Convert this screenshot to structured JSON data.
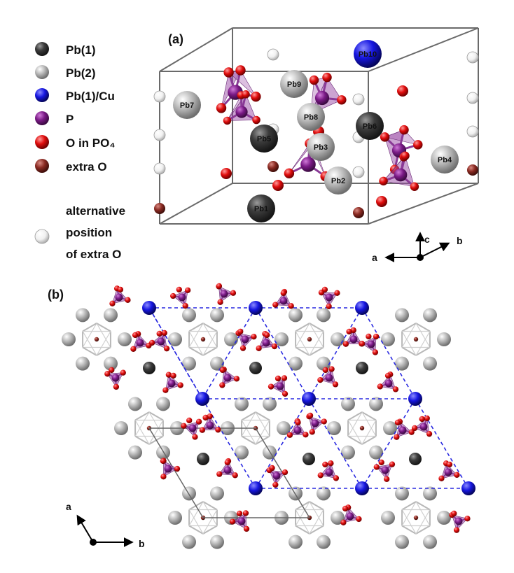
{
  "panels": {
    "a": "(a)",
    "b": "(b)"
  },
  "legend": [
    {
      "label": "Pb(1)",
      "color": "#3c3c3c"
    },
    {
      "label": "Pb(2)",
      "color": "#a8a8a8"
    },
    {
      "label": "Pb(1)/Cu",
      "color": "#1616e0"
    },
    {
      "label": "P",
      "color": "#7a1a86"
    },
    {
      "label": "O in PO₄",
      "color": "#e00c0c"
    },
    {
      "label": "extra O",
      "color": "#8a2a22"
    }
  ],
  "legend_alt": {
    "line1": "alternative",
    "line2": "position",
    "line3": "of extra O",
    "color": "#f2f2f2"
  },
  "atoms_a": [
    "Pb1",
    "Pb2",
    "Pb3",
    "Pb4",
    "Pb5",
    "Pb6",
    "Pb7",
    "Pb8",
    "Pb9",
    "Pb10"
  ],
  "axes_a": {
    "a": "a",
    "b": "b",
    "c": "c"
  },
  "axes_b": {
    "a": "a",
    "b": "b"
  },
  "colors": {
    "pb1": "#3c3c3c",
    "pb2": "#a8a8a8",
    "cu": "#1616e0",
    "p": "#7a1a86",
    "o": "#e00c0c",
    "extra_o": "#8a2a22",
    "alt_o": "#f2f2f2",
    "tetra": "#9a4aa6",
    "bond": "#b8b8b8",
    "dash": "#2a2ae0",
    "cell": "#666666"
  }
}
